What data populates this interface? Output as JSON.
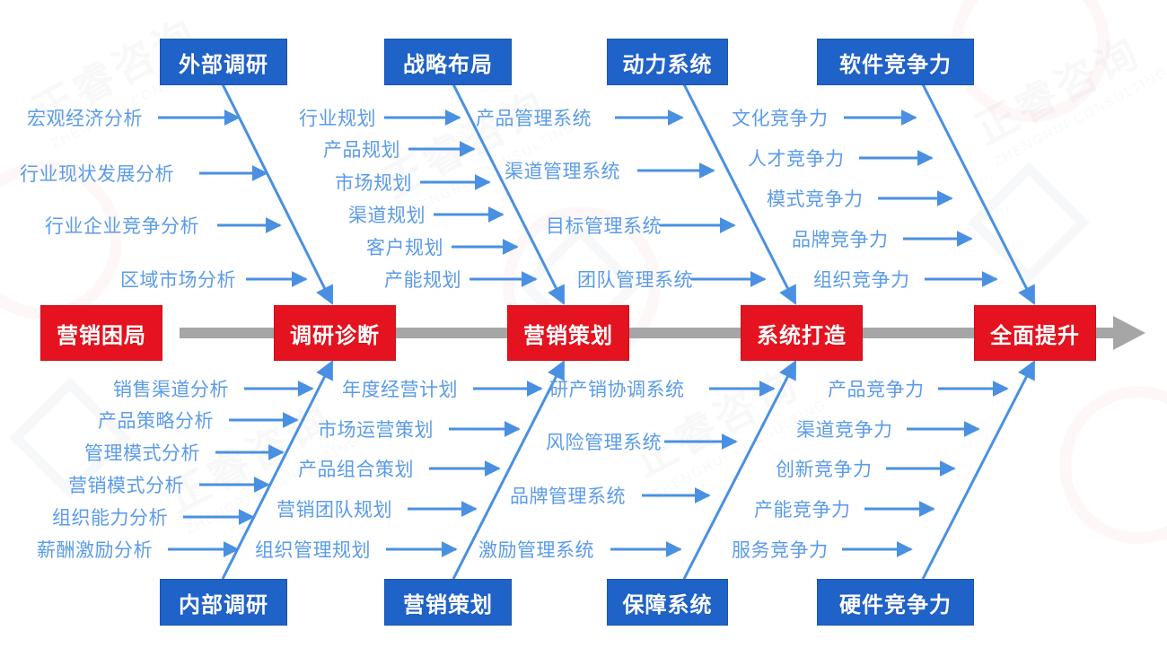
{
  "diagram": {
    "type": "fishbone",
    "title_visible": false,
    "colors": {
      "category_box": "#1f62c8",
      "spine_node": "#e4131f",
      "spine_line": "#a6a6a6",
      "branch_line": "#4a90e2",
      "sub_label_text": "#5b9bea",
      "box_text": "#ffffff",
      "background": "#ffffff"
    },
    "spine": {
      "nodes": [
        {
          "label": "营销困局"
        },
        {
          "label": "调研诊断"
        },
        {
          "label": "营销策划"
        },
        {
          "label": "系统打造"
        },
        {
          "label": "全面提升"
        }
      ],
      "arrow_direction": "right"
    },
    "top_branches": [
      {
        "category": "外部调研",
        "target": "调研诊断",
        "causes": [
          "宏观经济分析",
          "行业现状发展分析",
          "行业企业竞争分析",
          "区域市场分析"
        ]
      },
      {
        "category": "战略布局",
        "target": "营销策划",
        "causes": [
          "行业规划",
          "产品规划",
          "市场规划",
          "渠道规划",
          "客户规划",
          "产能规划"
        ]
      },
      {
        "category": "动力系统",
        "target": "系统打造",
        "causes": [
          "产品管理系统",
          "渠道管理系统",
          "目标管理系统",
          "团队管理系统"
        ]
      },
      {
        "category": "软件竞争力",
        "target": "全面提升",
        "causes": [
          "文化竞争力",
          "人才竞争力",
          "模式竞争力",
          "品牌竞争力",
          "组织竞争力"
        ]
      }
    ],
    "bottom_branches": [
      {
        "category": "内部调研",
        "target": "调研诊断",
        "causes": [
          "销售渠道分析",
          "产品策略分析",
          "管理模式分析",
          "营销模式分析",
          "组织能力分析",
          "薪酬激励分析"
        ]
      },
      {
        "category": "营销策划",
        "target": "营销策划",
        "causes": [
          "年度经营计划",
          "市场运营策划",
          "产品组合策划",
          "营销团队规划",
          "组织管理规划"
        ]
      },
      {
        "category": "保障系统",
        "target": "系统打造",
        "causes": [
          "研产销协调系统",
          "风险管理系统",
          "品牌管理系统",
          "激励管理系统"
        ]
      },
      {
        "category": "硬件竞争力",
        "target": "全面提升",
        "causes": [
          "产品竞争力",
          "渠道竞争力",
          "创新竞争力",
          "产能竞争力",
          "服务竞争力"
        ]
      }
    ],
    "watermark": {
      "text": "正睿咨询",
      "sub": "ZHENGRUI CONSULTING"
    }
  }
}
